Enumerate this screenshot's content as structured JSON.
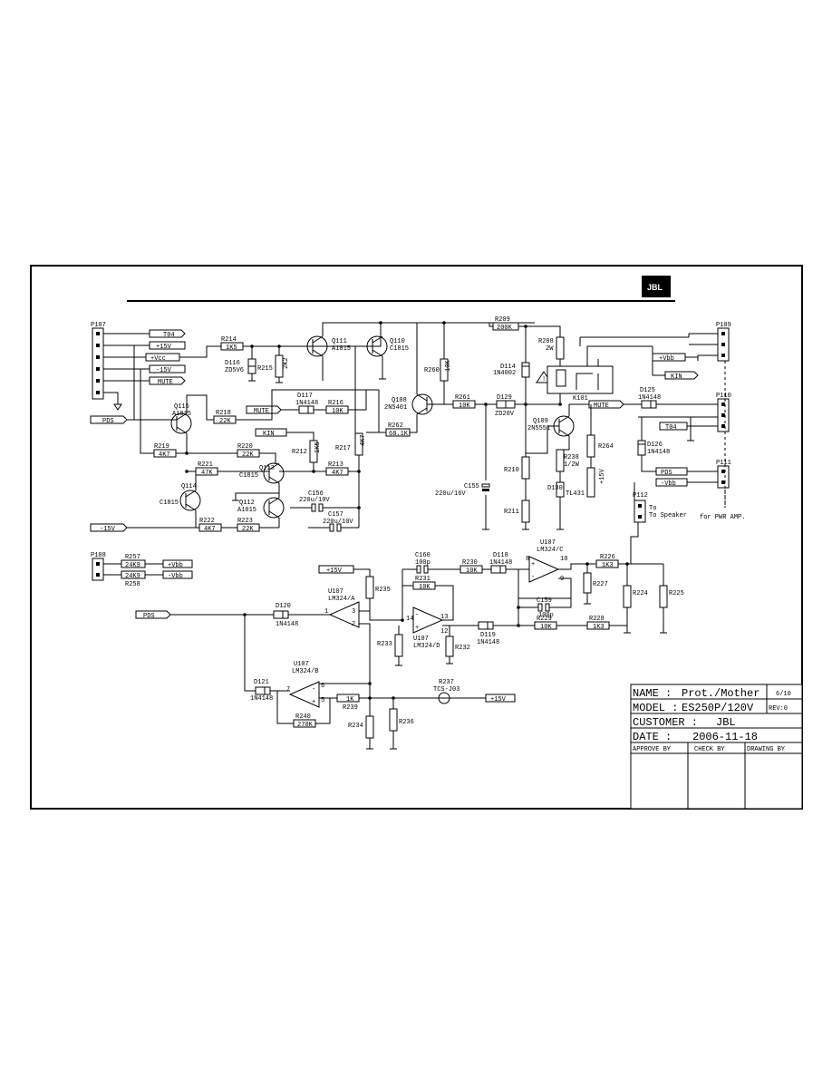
{
  "logo": {
    "text": "JBL"
  },
  "connectors": {
    "p107": "P107",
    "p108": "P108",
    "p109": "P109",
    "p110": "P110",
    "p111": "P111",
    "p112": "P112"
  },
  "nets": {
    "t04": "T04",
    "p15v": "+15V",
    "vcc": "+Vcc",
    "m15v": "-15V",
    "mute": "MUTE",
    "pds": "PDS",
    "mute2": "MUTE",
    "kin": "KIN",
    "m15v2": "-15V",
    "vbb_p": "+Vbb",
    "vbb_m": "-Vbb",
    "p15v_u": "+15V",
    "pds_in": "PDS",
    "p15v_out": "+15V",
    "vbb_r1": "+Vbb",
    "kin_r": "KIN",
    "mute_r": "MUTE",
    "t04_r": "T04",
    "pds_r": "PDS",
    "vbb_r2": "-Vbb",
    "p15v_r": "+15V"
  },
  "components": {
    "r214": "R214",
    "r214v": "1K5",
    "d116": "D116",
    "d116v": "ZD5V6",
    "r215": "R215",
    "r215v": "2K2",
    "q111": "Q111",
    "q111v": "A1015",
    "q110": "Q110",
    "q110v": "C1815",
    "d117": "D117",
    "d117v": "1N4148",
    "r216": "R216",
    "r216v": "10K",
    "r218": "R218",
    "r218v": "22K",
    "q115": "Q115",
    "q115v": "A1015",
    "r219": "R219",
    "r219v": "4K7",
    "r220": "R220",
    "r220v": "22K",
    "r221": "R221",
    "r221v": "47K",
    "q113": "Q113",
    "q113v": "C1815",
    "r212": "R212",
    "r212v": "1K5",
    "r213": "R213",
    "r213v": "4K7",
    "r217": "R217",
    "r217v": "4K7",
    "q112": "Q112",
    "q112v": "A1015",
    "c156": "C156",
    "c156v": "220u/10V",
    "c157": "C157",
    "c157v": "220u/10V",
    "q114": "Q114",
    "q114v": "C1815",
    "r222": "R222",
    "r222v": "4K7",
    "r223": "R223",
    "r223v": "22K",
    "r257": "R257",
    "r257v": "24K9",
    "r258": "R258",
    "r258v": "24K9",
    "r260": "R260",
    "r260v": "10K",
    "q108": "Q108",
    "q108v": "2N5401",
    "r261": "R261",
    "r261v": "10K",
    "r262": "R262",
    "r262v": "68.1K",
    "r209": "R209",
    "r209v": "200K",
    "d114": "D114",
    "d114v": "1N4002",
    "d129": "D129",
    "d129v": "ZD20V",
    "r208": "R208",
    "r208v": "2W",
    "k101": "K101",
    "d125": "D125",
    "d125v": "1N4148",
    "q109": "Q109",
    "q109v": "2N5551",
    "r238": "R238",
    "r238v": "1/2W",
    "r264": "R264",
    "d130": "D130",
    "d130v": "TL431",
    "r210": "R210",
    "r211": "R211",
    "c155": "C155",
    "c155v": "220u/16V",
    "d126": "D126",
    "d126v": "1N4148",
    "u107c": "U107",
    "u107cv": "LM324/C",
    "c160": "C160",
    "c160v": "100p",
    "r230": "R230",
    "r230v": "10K",
    "d118": "D118",
    "d118v": "1N4148",
    "r231": "R231",
    "r231v": "10K",
    "r226": "R226",
    "r226v": "1K3",
    "r227": "R227",
    "r224": "R224",
    "r225": "R225",
    "c159": "C159",
    "c159v": "100p",
    "r229": "R229",
    "r229v": "10K",
    "r228": "R228",
    "r228v": "1K3",
    "u107a": "U107",
    "u107av": "LM324/A",
    "r235": "R235",
    "u107d": "U107",
    "u107dv": "LM324/D",
    "d119": "D119",
    "d119v": "1N4148",
    "d120": "D120",
    "d120v": "1N4148",
    "r233": "R233",
    "r232": "R232",
    "u107b": "U107",
    "u107bv": "LM324/B",
    "d121": "D121",
    "d121v": "1N4148",
    "r237": "R237",
    "r237v": "TCS-J03",
    "r239": "R239",
    "r240": "R240",
    "r240v": "270K",
    "r234": "R234",
    "r236": "R236"
  },
  "notes": {
    "to_speaker": "To Speaker",
    "for_pwr": "for PWR AMP."
  },
  "title_block": {
    "name_label": "NAME :",
    "name_value": "Prot./Mother",
    "page": "6/10",
    "model_label": "MODEL :",
    "model_value": "ES250P/120V",
    "rev": "REV:0",
    "customer_label": "CUSTOMER :",
    "customer_value": "JBL",
    "date_label": "DATE :",
    "date_value": "2006-11-18",
    "approve": "APPROVE BY",
    "check": "CHECK BY",
    "drawing": "DRAWING BY"
  }
}
